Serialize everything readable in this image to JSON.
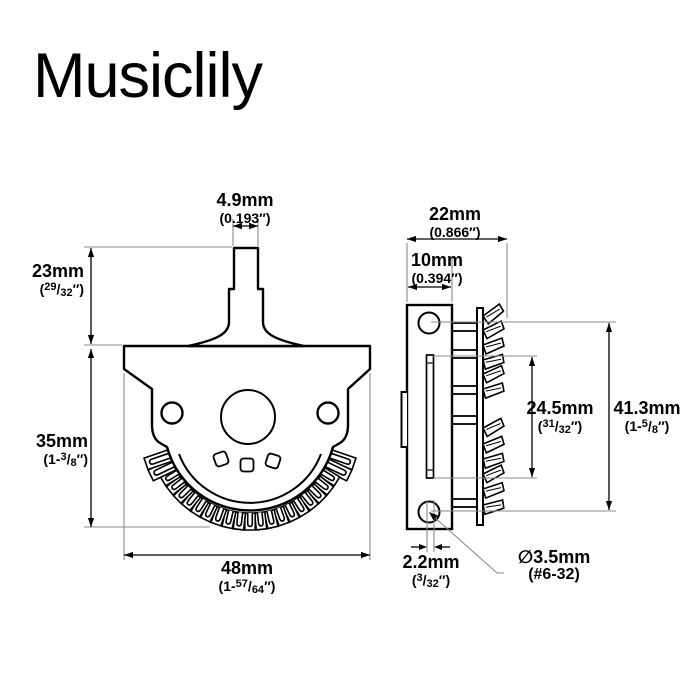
{
  "brand": "Musiclily",
  "drawing": {
    "front_view": "front-view-of-lever-switch",
    "side_view": "side-view-of-lever-switch"
  },
  "dims": {
    "lever_tip": {
      "metric": "4.9mm",
      "pre": "(0.193″)",
      "num": "",
      "sep": "",
      "den": "",
      "post": ""
    },
    "lever_height": {
      "metric": "23mm",
      "pre": "(",
      "num": "29",
      "sep": "/",
      "den": "32",
      "post": "″)"
    },
    "body_height": {
      "metric": "35mm",
      "pre": "(1-",
      "num": "3",
      "sep": "/",
      "den": "8",
      "post": "″)"
    },
    "body_width": {
      "metric": "48mm",
      "pre": "(1-",
      "num": "57",
      "sep": "/",
      "den": "64",
      "post": "″)"
    },
    "side_depth": {
      "metric": "22mm",
      "pre": "(0.866″)",
      "num": "",
      "sep": "",
      "den": "",
      "post": ""
    },
    "plate_width": {
      "metric": "10mm",
      "pre": "(0.394″)",
      "num": "",
      "sep": "",
      "den": "",
      "post": ""
    },
    "contact_span": {
      "metric": "24.5mm",
      "pre": "(",
      "num": "31",
      "sep": "/",
      "den": "32",
      "post": "″)"
    },
    "mount_spacing": {
      "metric": "41.3mm",
      "pre": "(1-",
      "num": "5",
      "sep": "/",
      "den": "8",
      "post": "″)"
    },
    "slot_width": {
      "metric": "2.2mm",
      "pre": "(",
      "num": "3",
      "sep": "/",
      "den": "32",
      "post": "″)"
    },
    "screw_hole": {
      "metric": "∅3.5mm",
      "pre": "(#6-32)",
      "num": "",
      "sep": "",
      "den": "",
      "post": ""
    }
  },
  "colors": {
    "line": "#000000",
    "extension_line": "#8a8a8a",
    "text": "#000000",
    "background": "#ffffff"
  }
}
